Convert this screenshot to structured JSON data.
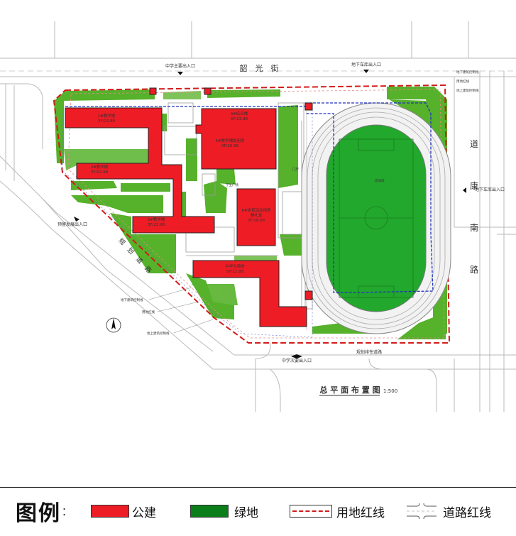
{
  "plan": {
    "roads": {
      "north": "韶　光　街",
      "east": [
        "道",
        "康",
        "南",
        "路"
      ],
      "diagonal": "规　划　道　路",
      "south": "规划排性道路"
    },
    "entrances": {
      "main": "中学主要出入口",
      "garage": "地下车库出入口",
      "east_garage": "地下车库出入口",
      "west": "预留发展出入口",
      "south": "中学次要出入口"
    },
    "buildings": [
      {
        "name": "1#教学楼",
        "info": "3F/23.88"
      },
      {
        "name": "2#教学楼",
        "info": "3F/22.98"
      },
      {
        "name": "3#教学楼",
        "info": "3F/22.98"
      },
      {
        "name": "4#综合楼",
        "info": "5F/23.88"
      },
      {
        "name": "5#教学辅助用房",
        "info": "3F/16.88"
      },
      {
        "name": "6#体育活动用房",
        "sub": "兼礼堂",
        "info": "3F/18.08"
      },
      {
        "name": "中学生宿舍",
        "info": "5F/22.88"
      }
    ],
    "notes": {
      "boundary": "用地红线",
      "underground": "地下建筑控制线",
      "setback": "地上建筑控制线",
      "field": "足球场",
      "lobby": "门厅",
      "plaza": "学生广场"
    },
    "caption": "总 平 面 布 置 图",
    "scale": "1:500"
  },
  "legend": {
    "title": "图例",
    "colon": ":",
    "items": [
      {
        "label": "公建",
        "color": "#ee1c25"
      },
      {
        "label": "绿地",
        "color": "#0b7d1a"
      },
      {
        "label": "用地红线",
        "color": "#d31a1a"
      },
      {
        "label": "道路红线",
        "color": "#888888"
      }
    ]
  }
}
